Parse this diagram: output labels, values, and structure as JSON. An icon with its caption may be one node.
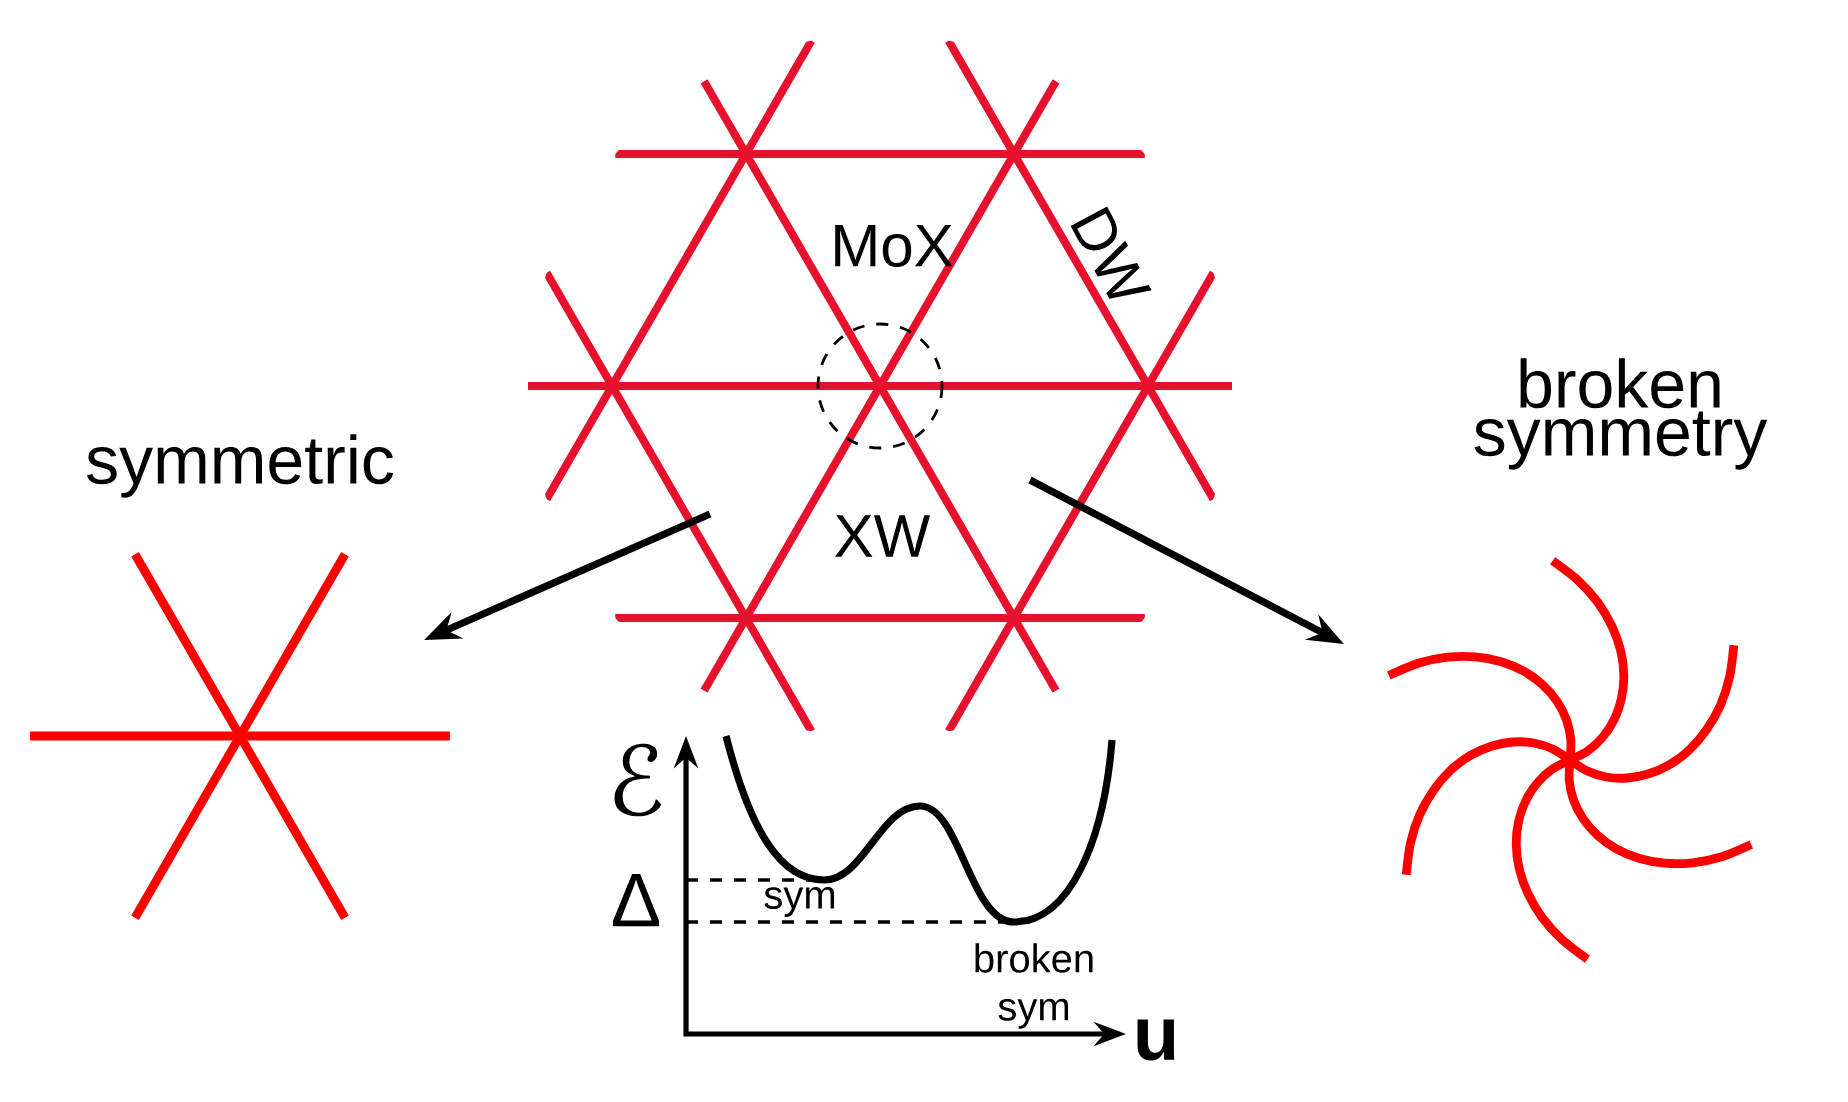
{
  "diagram": {
    "nodes": [
      {
        "text": [
          "MoX",
          "DW",
          "XW"
        ]
      },
      {
        "text": [
          "symmetric"
        ]
      },
      {
        "text": [
          "broken symmetry"
        ]
      }
    ],
    "edges": [
      {
        "from": 0,
        "to": 1,
        "arrow": "to"
      },
      {
        "from": 0,
        "to": 2,
        "arrow": "to"
      }
    ],
    "labels": [
      "ℰ",
      "Δ",
      "sym",
      "broken sym",
      "u"
    ]
  }
}
